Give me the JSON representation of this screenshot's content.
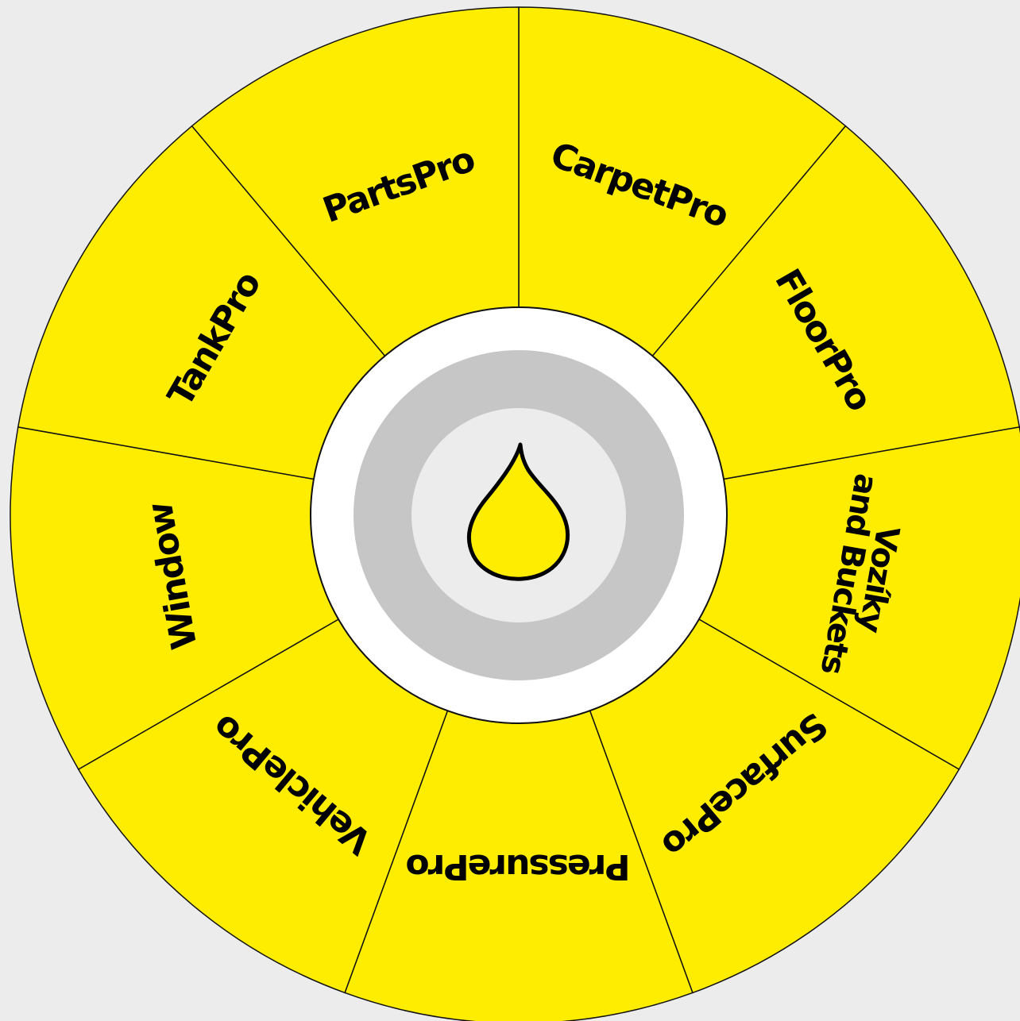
{
  "colors": {
    "background": "#ececec",
    "segment_fill": "#ffed00",
    "outline": "#111111",
    "hub_white": "#ffffff",
    "hub_ring": "#c6c6c6",
    "hub_inner": "#ececec",
    "drop_fill": "#ffed00"
  },
  "hub": {
    "icon": "drop-icon"
  },
  "segments": [
    {
      "id": "carpetpro",
      "lines": [
        "CarpetPro"
      ]
    },
    {
      "id": "floorpro",
      "lines": [
        "FloorPro"
      ]
    },
    {
      "id": "voziky-and-buckets",
      "lines": [
        "Vozíky",
        "and Buckets"
      ]
    },
    {
      "id": "surfacepro",
      "lines": [
        "SurfacePro"
      ]
    },
    {
      "id": "pressurepro",
      "lines": [
        "PressurePro"
      ]
    },
    {
      "id": "vehiclepro",
      "lines": [
        "VehiclePro"
      ]
    },
    {
      "id": "window",
      "lines": [
        "Window"
      ]
    },
    {
      "id": "tankpro",
      "lines": [
        "TankPro"
      ]
    },
    {
      "id": "partspro",
      "lines": [
        "PartsPro"
      ]
    }
  ]
}
